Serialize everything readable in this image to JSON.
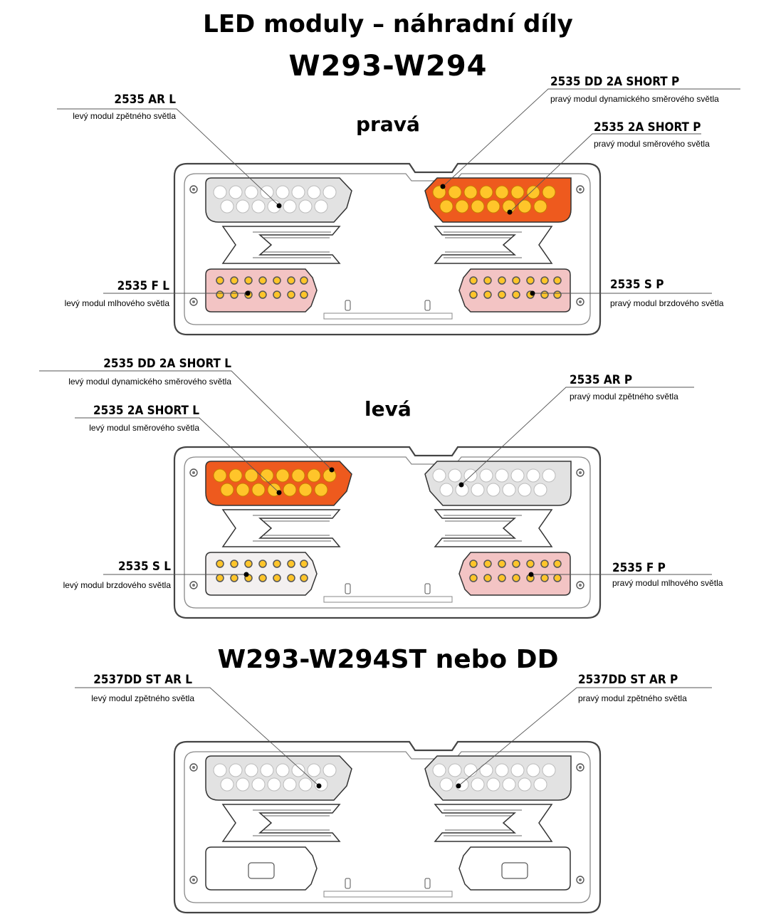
{
  "header": {
    "title": "LED moduly – náhradní díly",
    "model": "W293-W294"
  },
  "sections": {
    "right_lamp": "pravá",
    "left_lamp": "levá",
    "st_model": "W293-W294ST nebo DD"
  },
  "labels": {
    "ar_l": {
      "code": "2535 AR L",
      "desc": "levý modul zpětného světla"
    },
    "dd_2a_short_p": {
      "code": "2535 DD 2A SHORT P",
      "desc": "pravý modul dynamického směrového světla"
    },
    "short_2a_p": {
      "code": "2535 2A SHORT P",
      "desc": "pravý modul směrového světla"
    },
    "f_l": {
      "code": "2535 F L",
      "desc": "levý modul mlhového světla"
    },
    "s_p": {
      "code": "2535 S P",
      "desc": "pravý modul brzdového světla"
    },
    "dd_2a_short_l": {
      "code": "2535 DD 2A SHORT L",
      "desc": "levý modul dynamického směrového světla"
    },
    "ar_p": {
      "code": "2535 AR P",
      "desc": "pravý modul zpětného světla"
    },
    "short_2a_l": {
      "code": "2535 2A SHORT L",
      "desc": "levý modul směrového světla"
    },
    "s_l": {
      "code": "2535 S L",
      "desc": "levý modul brzdového světla"
    },
    "f_p": {
      "code": "2535 F P",
      "desc": "pravý modul mlhového světla"
    },
    "st_ar_l": {
      "code": "2537DD ST AR L",
      "desc": "levý modul zpětného světla"
    },
    "st_ar_p": {
      "code": "2537DD ST AR P",
      "desc": "pravý modul zpětného světla"
    }
  },
  "colors": {
    "indicator_orange": "#ee5a1e",
    "led_yellow": "#ffc52a",
    "led_white": "#ffffff",
    "housing_stroke": "#555555",
    "stop_lens": "#f3c4c4",
    "clear_lens": "#e2e2e2"
  }
}
